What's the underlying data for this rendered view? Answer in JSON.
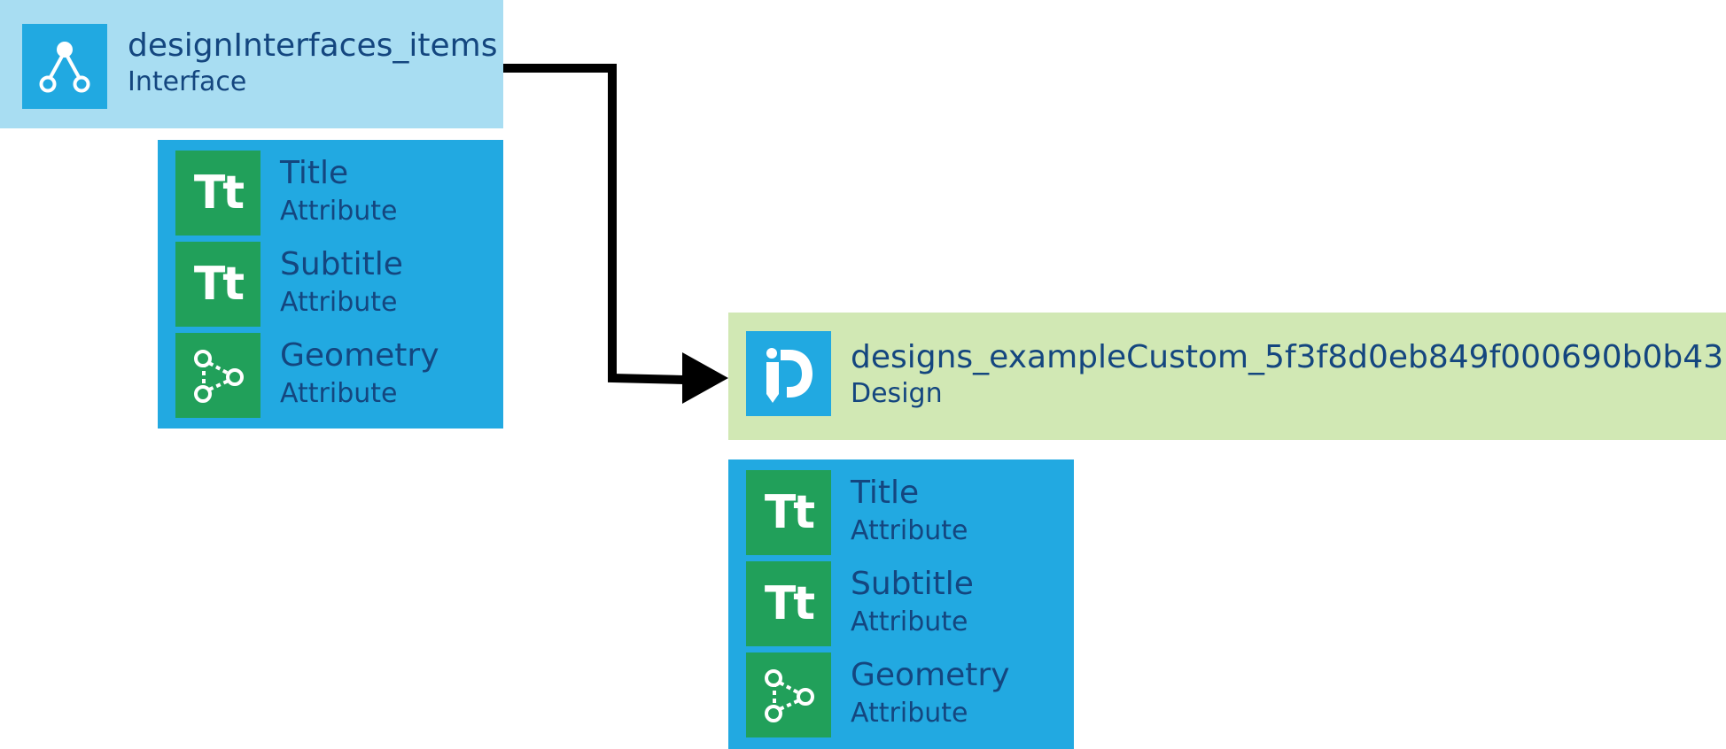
{
  "interface_node": {
    "title": "designInterfaces_items",
    "subtitle": "Interface",
    "icon": "interface-node-icon",
    "background_color": "#a8ddf2",
    "attributes": [
      {
        "name": "Title",
        "type": "Attribute",
        "icon": "text-attribute-icon"
      },
      {
        "name": "Subtitle",
        "type": "Attribute",
        "icon": "text-attribute-icon"
      },
      {
        "name": "Geometry",
        "type": "Attribute",
        "icon": "geometry-attribute-icon"
      }
    ]
  },
  "design_node": {
    "title": "designs_exampleCustom_5f3f8d0eb849f000690b0b43",
    "subtitle": "Design",
    "icon": "design-icon",
    "background_color": "#d1e8b4",
    "attributes": [
      {
        "name": "Title",
        "type": "Attribute",
        "icon": "text-attribute-icon"
      },
      {
        "name": "Subtitle",
        "type": "Attribute",
        "icon": "text-attribute-icon"
      },
      {
        "name": "Geometry",
        "type": "Attribute",
        "icon": "geometry-attribute-icon"
      }
    ]
  },
  "connector": {
    "from": "designInterfaces_items",
    "to": "designs_exampleCustom_5f3f8d0eb849f000690b0b43",
    "color": "#000000"
  },
  "colors": {
    "text": "#14467f",
    "attr_panel": "#22a9e1",
    "attr_icon": "#21a05a",
    "icon_blue": "#21a9e1"
  }
}
